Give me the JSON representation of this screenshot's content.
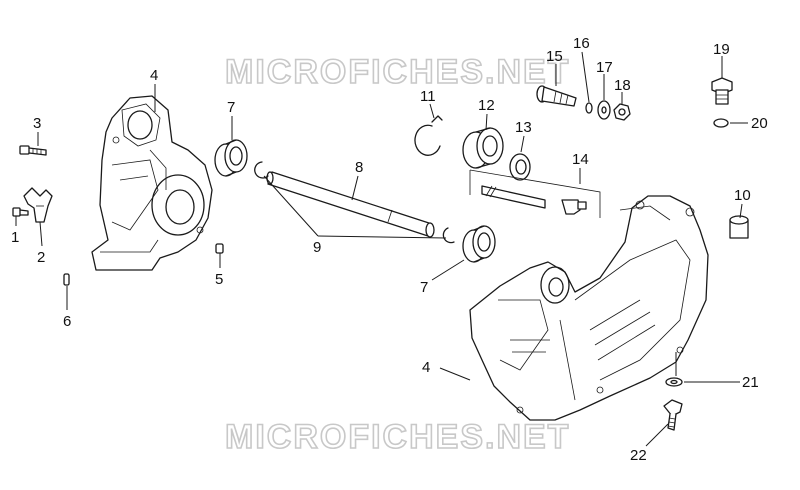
{
  "watermark": {
    "top_text": "MICROFICHES.NET",
    "bottom_text": "MICROFICHES.NET"
  },
  "callouts": {
    "c1": "1",
    "c2": "2",
    "c3": "3",
    "c4_left": "4",
    "c4_right": "4",
    "c5": "5",
    "c6": "6",
    "c7_top": "7",
    "c7_mid": "7",
    "c8": "8",
    "c9": "9",
    "c10": "10",
    "c11": "11",
    "c12": "12",
    "c13": "13",
    "c14": "14",
    "c15": "15",
    "c16": "16",
    "c17": "17",
    "c18": "18",
    "c19": "19",
    "c20": "20",
    "c21": "21",
    "c22": "22"
  }
}
